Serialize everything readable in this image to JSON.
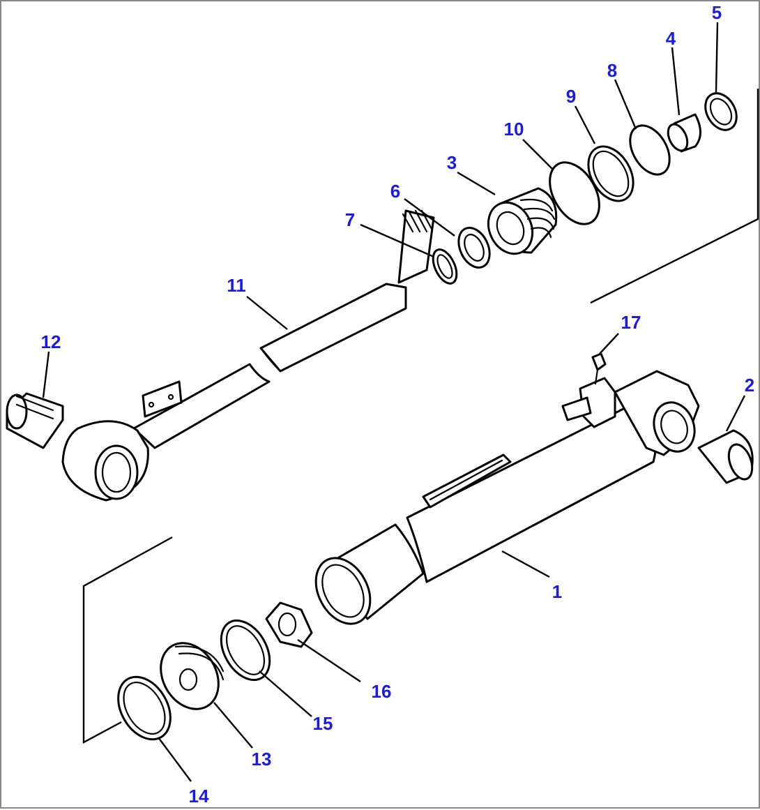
{
  "diagram": {
    "callout_color": "#1a1ae6",
    "callouts": [
      {
        "id": "1",
        "label": "1"
      },
      {
        "id": "2",
        "label": "2"
      },
      {
        "id": "3",
        "label": "3"
      },
      {
        "id": "4",
        "label": "4"
      },
      {
        "id": "5",
        "label": "5"
      },
      {
        "id": "6",
        "label": "6"
      },
      {
        "id": "7",
        "label": "7"
      },
      {
        "id": "8",
        "label": "8"
      },
      {
        "id": "9",
        "label": "9"
      },
      {
        "id": "10",
        "label": "10"
      },
      {
        "id": "11",
        "label": "11"
      },
      {
        "id": "12",
        "label": "12"
      },
      {
        "id": "13",
        "label": "13"
      },
      {
        "id": "14",
        "label": "14"
      },
      {
        "id": "15",
        "label": "15"
      },
      {
        "id": "16",
        "label": "16"
      },
      {
        "id": "17",
        "label": "17"
      }
    ]
  }
}
